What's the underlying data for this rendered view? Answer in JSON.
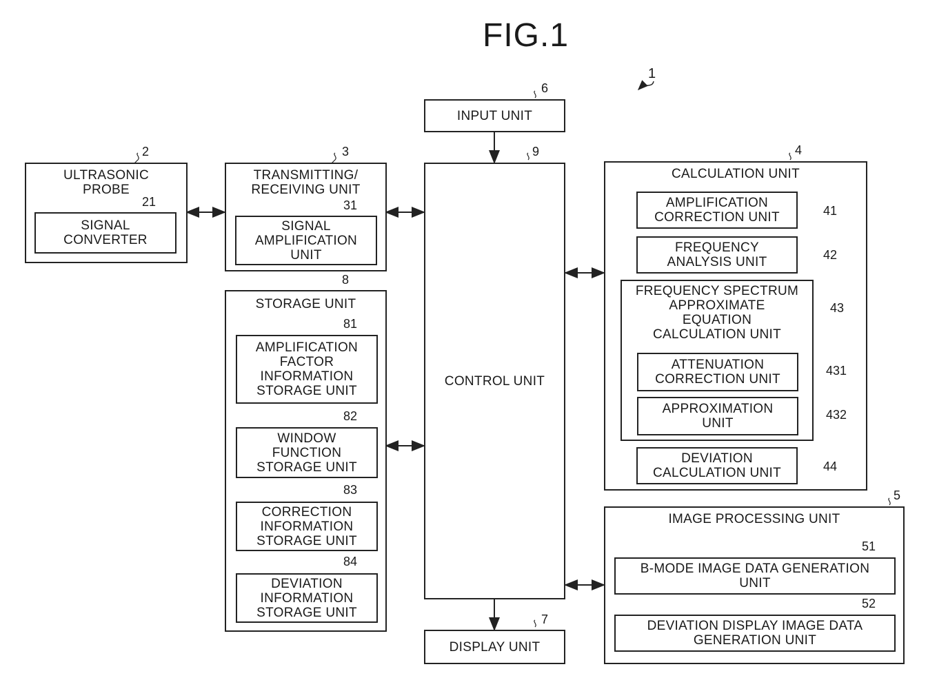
{
  "figure": {
    "title": "FIG.1",
    "system_ref": "1"
  },
  "blocks": {
    "input_unit": {
      "label": "INPUT UNIT",
      "ref": "6"
    },
    "control_unit": {
      "label": "CONTROL UNIT",
      "ref": "9"
    },
    "display_unit": {
      "label": "DISPLAY UNIT",
      "ref": "7"
    },
    "ultrasonic_probe": {
      "label": "ULTRASONIC\nPROBE",
      "ref": "2",
      "children": [
        {
          "label": "SIGNAL\nCONVERTER",
          "ref": "21"
        }
      ]
    },
    "transmitting_receiving_unit": {
      "label": "TRANSMITTING/\nRECEIVING UNIT",
      "ref": "3",
      "children": [
        {
          "label": "SIGNAL\nAMPLIFICATION\nUNIT",
          "ref": "31"
        }
      ]
    },
    "storage_unit": {
      "label": "STORAGE UNIT",
      "ref": "8",
      "children": [
        {
          "label": "AMPLIFICATION\nFACTOR\nINFORMATION\nSTORAGE UNIT",
          "ref": "81"
        },
        {
          "label": "WINDOW\nFUNCTION\nSTORAGE UNIT",
          "ref": "82"
        },
        {
          "label": "CORRECTION\nINFORMATION\nSTORAGE UNIT",
          "ref": "83"
        },
        {
          "label": "DEVIATION\nINFORMATION\nSTORAGE UNIT",
          "ref": "84"
        }
      ]
    },
    "calculation_unit": {
      "label": "CALCULATION UNIT",
      "ref": "4",
      "children": [
        {
          "label": "AMPLIFICATION\nCORRECTION UNIT",
          "ref": "41"
        },
        {
          "label": "FREQUENCY\nANALYSIS UNIT",
          "ref": "42"
        },
        {
          "label": "FREQUENCY SPECTRUM\nAPPROXIMATE\nEQUATION\nCALCULATION UNIT",
          "ref": "43",
          "children": [
            {
              "label": "ATTENUATION\nCORRECTION UNIT",
              "ref": "431"
            },
            {
              "label": "APPROXIMATION\nUNIT",
              "ref": "432"
            }
          ]
        },
        {
          "label": "DEVIATION\nCALCULATION UNIT",
          "ref": "44"
        }
      ]
    },
    "image_processing_unit": {
      "label": "IMAGE PROCESSING UNIT",
      "ref": "5",
      "children": [
        {
          "label": "B-MODE IMAGE DATA GENERATION\nUNIT",
          "ref": "51"
        },
        {
          "label": "DEVIATION DISPLAY IMAGE DATA\nGENERATION UNIT",
          "ref": "52"
        }
      ]
    }
  },
  "connections": [
    {
      "from": "input_unit",
      "to": "control_unit",
      "type": "one-way"
    },
    {
      "from": "control_unit",
      "to": "display_unit",
      "type": "one-way"
    },
    {
      "from": "ultrasonic_probe",
      "to": "transmitting_receiving_unit",
      "type": "two-way"
    },
    {
      "from": "transmitting_receiving_unit",
      "to": "control_unit",
      "type": "two-way"
    },
    {
      "from": "storage_unit",
      "to": "control_unit",
      "type": "two-way"
    },
    {
      "from": "control_unit",
      "to": "calculation_unit",
      "type": "two-way"
    },
    {
      "from": "control_unit",
      "to": "image_processing_unit",
      "type": "two-way"
    }
  ]
}
